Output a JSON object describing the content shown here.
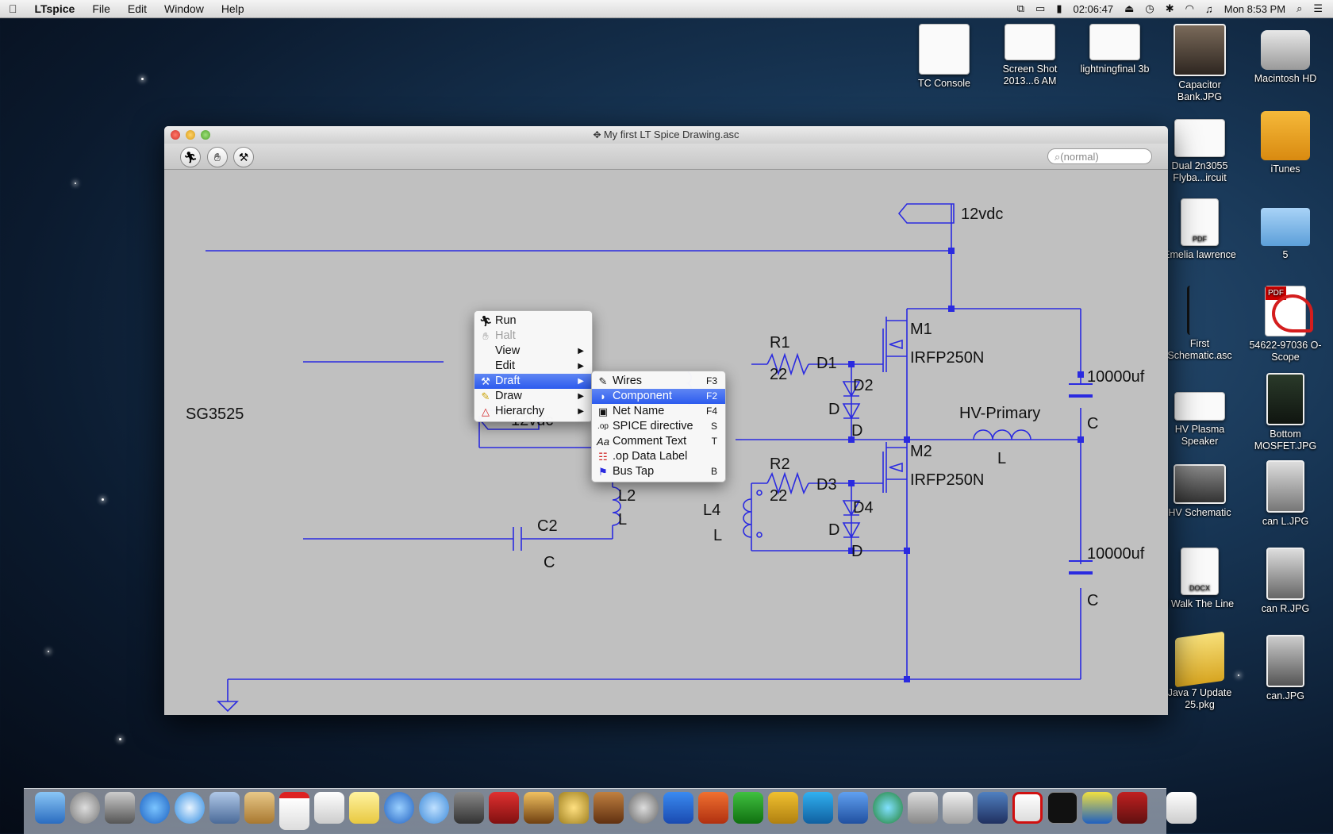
{
  "menubar": {
    "apple": "",
    "app_name": "LTspice",
    "items": [
      "File",
      "Edit",
      "Window",
      "Help"
    ],
    "battery_time": "02:06:47",
    "clock": "Mon 8:53 PM"
  },
  "desktop_icons": [
    {
      "label": "TC Console",
      "kind": "app"
    },
    {
      "label": "Screen Shot 2013...6 AM",
      "kind": "doc"
    },
    {
      "label": "lightningfinal 3b",
      "kind": "doc"
    },
    {
      "label": "Capacitor Bank.JPG",
      "kind": "img"
    },
    {
      "label": "Macintosh HD",
      "kind": "hd"
    },
    {
      "label": "Dual 2n3055 Flyba...ircuit",
      "kind": "doc"
    },
    {
      "label": "iTunes",
      "kind": "usb"
    },
    {
      "label": "Emelia lawrence",
      "kind": "doc",
      "badge": "PDF"
    },
    {
      "label": "5",
      "kind": "folder"
    },
    {
      "label": "First Schematic.asc",
      "kind": "doc"
    },
    {
      "label": "54622-97036 O-Scope",
      "kind": "pdf",
      "badge": "PDF"
    },
    {
      "label": "HV Plasma Speaker",
      "kind": "doc"
    },
    {
      "label": "Bottom MOSFET.JPG",
      "kind": "img"
    },
    {
      "label": "HV Schematic",
      "kind": "img"
    },
    {
      "label": "can L.JPG",
      "kind": "img"
    },
    {
      "label": "I Walk The Line",
      "kind": "doc",
      "badge": "DOCX"
    },
    {
      "label": "can R.JPG",
      "kind": "img"
    },
    {
      "label": "Java 7 Update 25.pkg",
      "kind": "pkg"
    },
    {
      "label": "can.JPG",
      "kind": "img"
    }
  ],
  "window": {
    "title": "My first LT Spice Drawing.asc",
    "search_placeholder": "(normal)"
  },
  "schematic": {
    "labels": {
      "vdd_top": "12vdc",
      "vdd_left": "12vdc",
      "sg": "SG3525",
      "r1": "R1",
      "r1_val": "22",
      "r2": "R2",
      "r2_val": "22",
      "d1": "D1",
      "d2": "D2",
      "d1_model": "D",
      "d_m1": "D",
      "d3": "D3",
      "d4": "D4",
      "d3_model": "D",
      "d_m2": "D",
      "m1": "M1",
      "m1_model": "IRFP250N",
      "m2": "M2",
      "m2_model": "IRFP250N",
      "c_top": "10000uf",
      "c_top_model": "C",
      "c_bot": "10000uf",
      "c_bot_model": "C",
      "hv": "HV-Primary",
      "hv_model": "L",
      "l2": "L2",
      "l2_model": "L",
      "l4": "L4",
      "l4_model": "L",
      "c2": "C2",
      "c2_model": "C"
    }
  },
  "context_menu": {
    "items": [
      {
        "label": "Run",
        "icon": "run-icon",
        "state": "normal"
      },
      {
        "label": "Halt",
        "icon": "halt-icon",
        "state": "disabled"
      },
      {
        "label": "View",
        "submenu": true
      },
      {
        "label": "Edit",
        "submenu": true
      },
      {
        "label": "Draft",
        "icon": "draft-icon",
        "submenu": true,
        "state": "selected"
      },
      {
        "label": "Draw",
        "icon": "pencil-icon",
        "submenu": true
      },
      {
        "label": "Hierarchy",
        "icon": "hierarchy-icon",
        "submenu": true
      }
    ]
  },
  "draft_submenu": {
    "items": [
      {
        "label": "Wires",
        "key": "F3"
      },
      {
        "label": "Component",
        "key": "F2",
        "state": "selected"
      },
      {
        "label": "Net Name",
        "key": "F4"
      },
      {
        "label": "SPICE directive",
        "key": "S"
      },
      {
        "label": "Comment Text",
        "key": "T"
      },
      {
        "label": ".op Data Label",
        "key": ""
      },
      {
        "label": "Bus Tap",
        "key": "B"
      }
    ]
  },
  "colors": {
    "wire": "#2a2ae0",
    "canvas": "#c0c0c0",
    "menu_highlight": "#3a66f0"
  }
}
